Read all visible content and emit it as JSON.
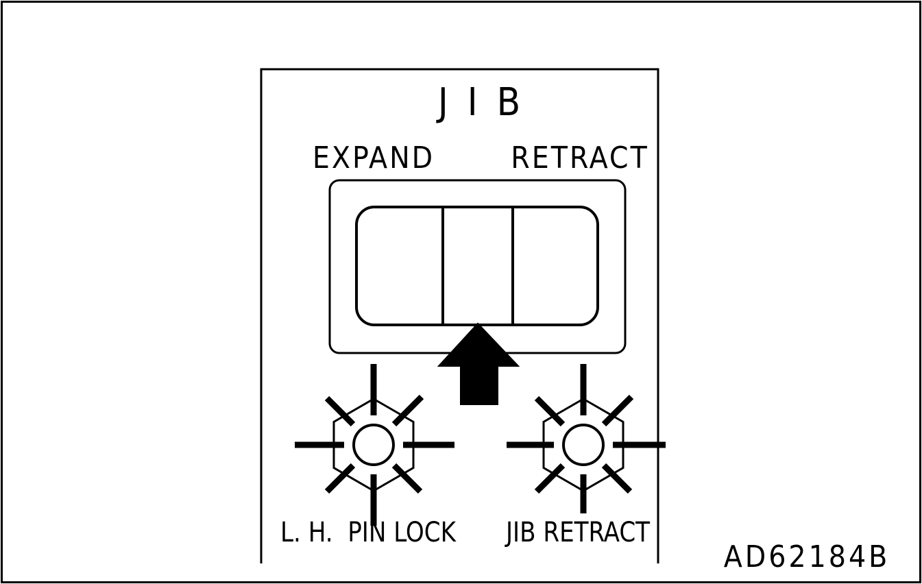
{
  "panel": {
    "title": "J I B",
    "switch": {
      "left_label": "EXPAND",
      "right_label": "RETRACT"
    },
    "indicators": [
      {
        "label": "L. H.  PIN LOCK",
        "icon": "lamp-icon"
      },
      {
        "label": "JIB RETRACT",
        "icon": "lamp-icon"
      }
    ]
  },
  "figure_code": "AD62184B",
  "colors": {
    "ink": "#000000",
    "paper": "#ffffff"
  }
}
